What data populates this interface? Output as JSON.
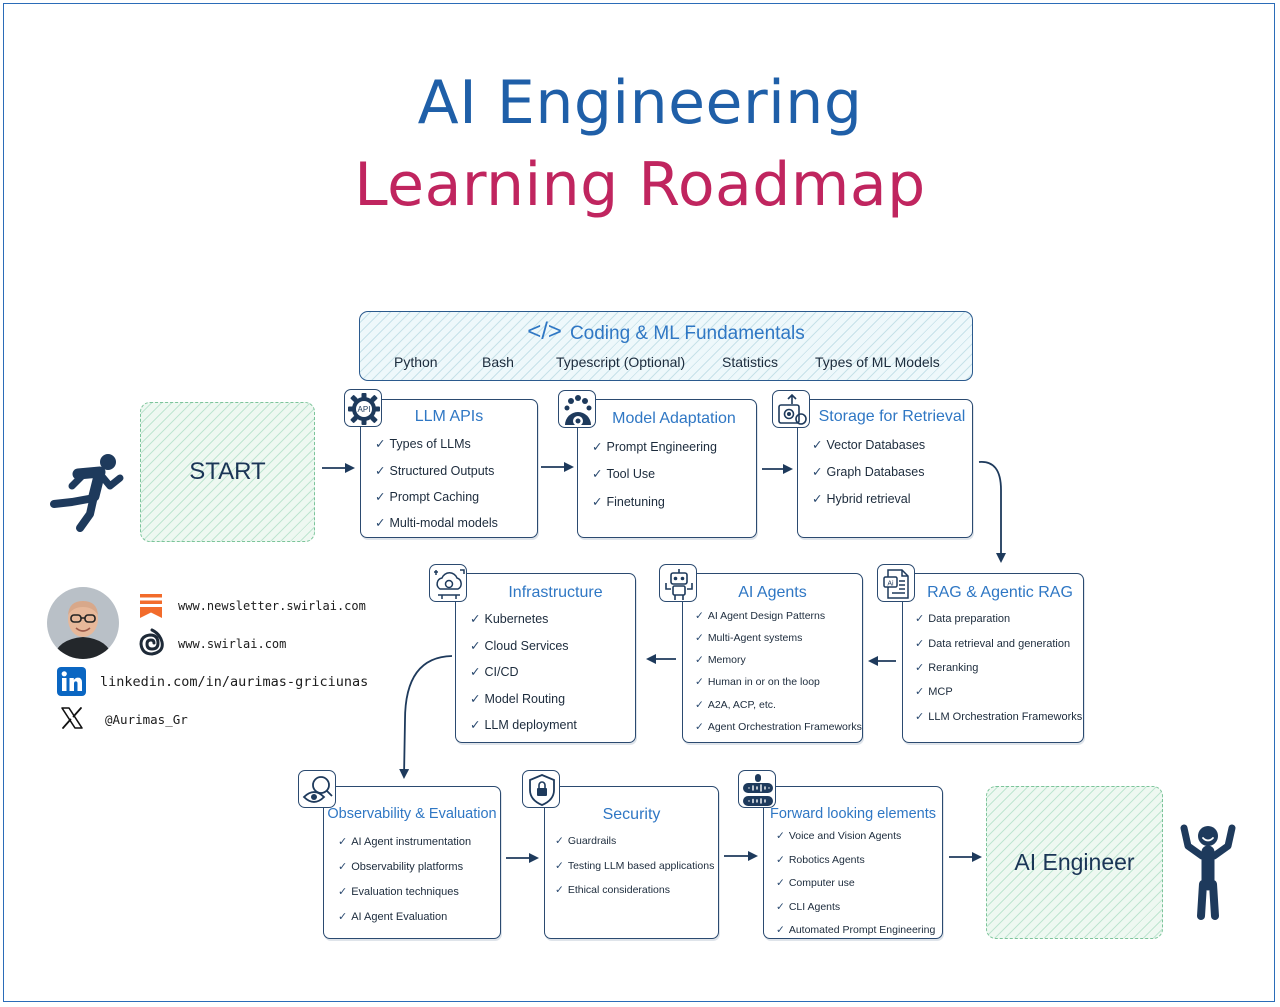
{
  "title_line1": "AI Engineering",
  "title_line2": "Learning Roadmap",
  "fundamentals": {
    "title": "Coding & ML Fundamentals",
    "code_symbol": "</>",
    "items": [
      "Python",
      "Bash",
      "Typescript (Optional)",
      "Statistics",
      "Types of ML Models"
    ]
  },
  "start_label": "START",
  "end_label": "AI Engineer",
  "boxes": {
    "llm_apis": {
      "title": "LLM APIs",
      "items": [
        "Types of LLMs",
        "Structured Outputs",
        "Prompt Caching",
        "Multi-modal models"
      ]
    },
    "model_adaptation": {
      "title": "Model Adaptation",
      "items": [
        "Prompt Engineering",
        "Tool Use",
        "Finetuning"
      ]
    },
    "storage": {
      "title": "Storage for Retrieval",
      "items": [
        "Vector Databases",
        "Graph Databases",
        "Hybrid retrieval"
      ]
    },
    "rag": {
      "title": "RAG & Agentic RAG",
      "items": [
        "Data preparation",
        "Data retrieval and generation",
        "Reranking",
        "MCP",
        "LLM Orchestration Frameworks"
      ]
    },
    "agents": {
      "title": "AI Agents",
      "items": [
        "AI Agent Design Patterns",
        "Multi-Agent systems",
        "Memory",
        "Human in or on the loop",
        "A2A, ACP, etc.",
        "Agent Orchestration Frameworks"
      ]
    },
    "infrastructure": {
      "title": "Infrastructure",
      "items": [
        "Kubernetes",
        "Cloud Services",
        "CI/CD",
        "Model Routing",
        "LLM deployment"
      ]
    },
    "observability": {
      "title": "Observability & Evaluation",
      "items": [
        "AI Agent instrumentation",
        "Observability platforms",
        "Evaluation techniques",
        "AI Agent Evaluation"
      ]
    },
    "security": {
      "title": "Security",
      "items": [
        "Guardrails",
        "Testing LLM based applications",
        "Ethical considerations"
      ]
    },
    "forward": {
      "title": "Forward looking elements",
      "items": [
        "Voice and Vision Agents",
        "Robotics Agents",
        "Computer use",
        "CLI Agents",
        "Automated Prompt Engineering"
      ]
    }
  },
  "icon_labels": {
    "api": "API",
    "ai": "Ai"
  },
  "social": {
    "newsletter": "www.newsletter.swirlai.com",
    "website": "www.swirlai.com",
    "linkedin": "linkedin.com/in/aurimas-griciunas",
    "twitter": "@Aurimas_Gr"
  },
  "colors": {
    "title_blue": "#1f5fa8",
    "title_magenta": "#c0255f",
    "accent_blue": "#2f77c4",
    "navy": "#1e3a5c",
    "substack_orange": "#f26b2b",
    "linkedin_blue": "#0a66c2"
  }
}
